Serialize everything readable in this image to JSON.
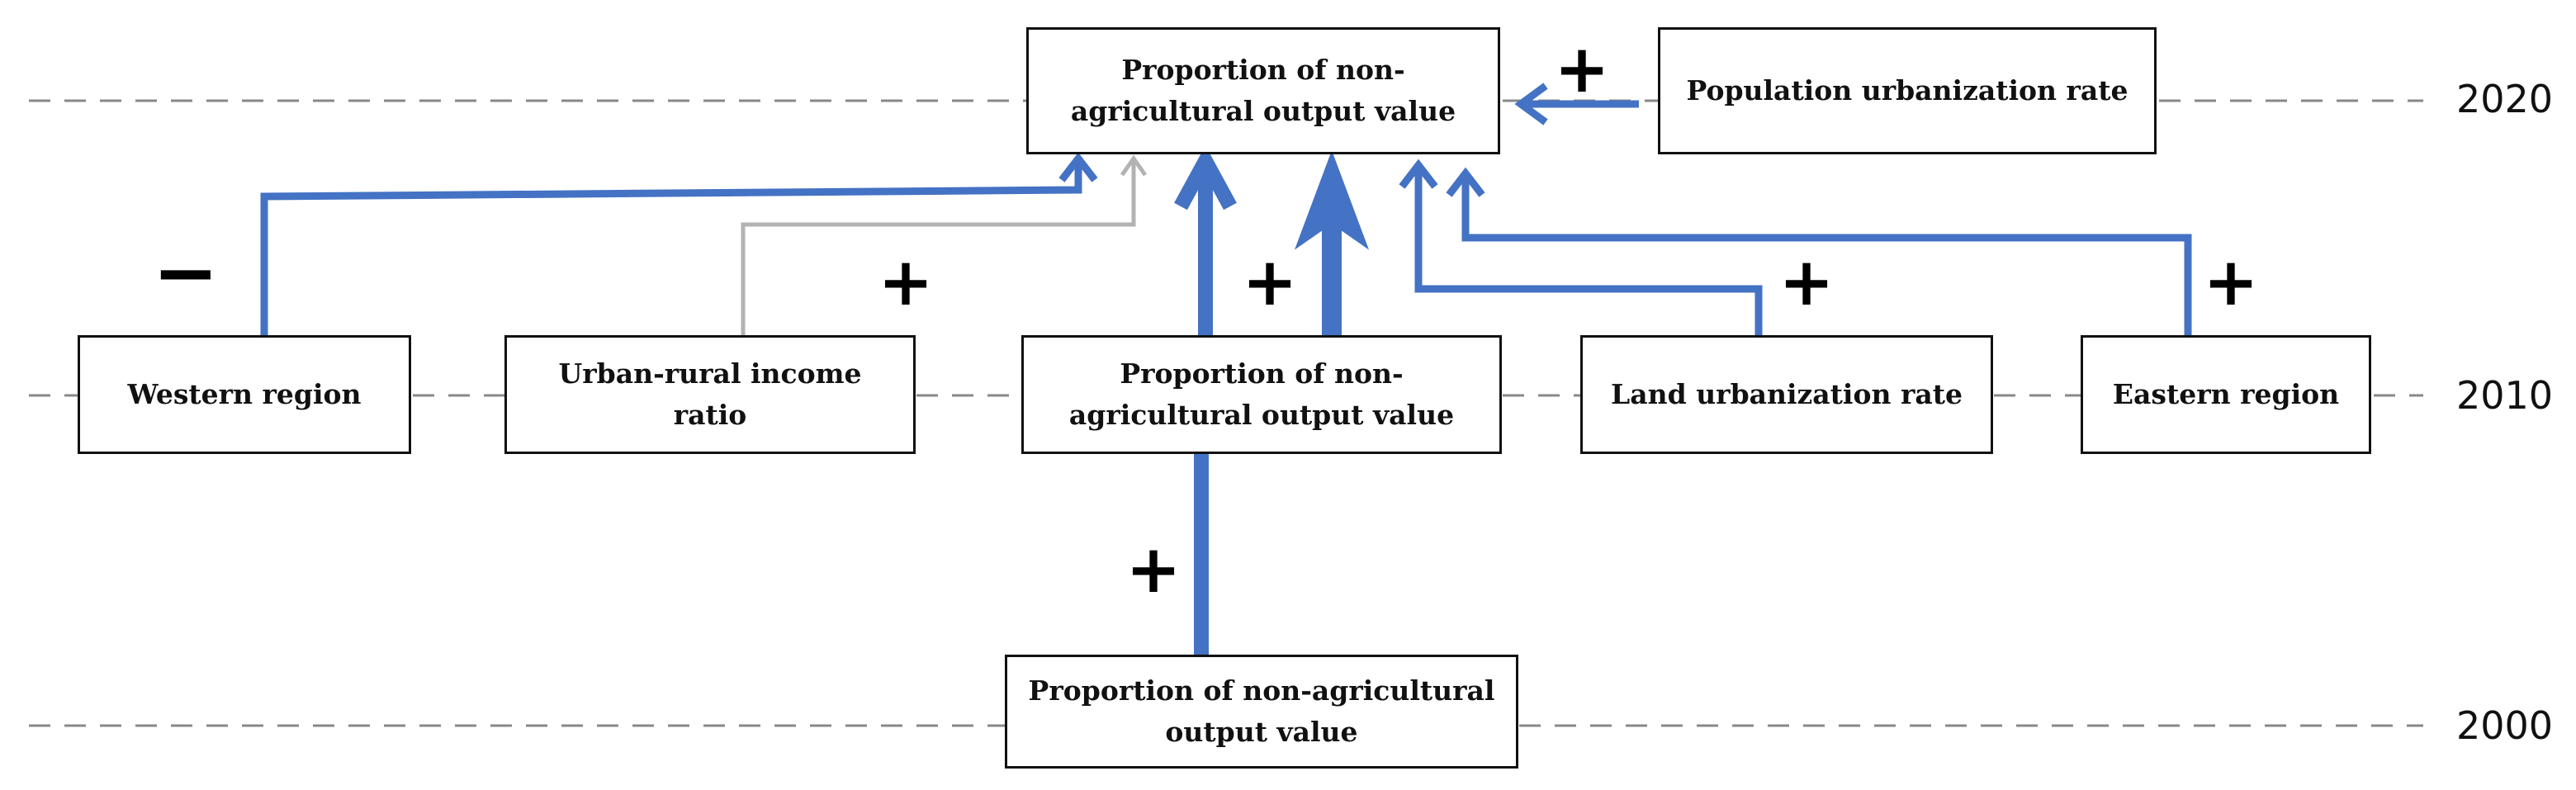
{
  "years": {
    "y2020": "2020",
    "y2010": "2010",
    "y2000": "2000"
  },
  "nodes": {
    "outcome_2020": "Proportion of non-agricultural output value",
    "population_urbanization_rate": "Population urbanization rate",
    "western_region": "Western region",
    "urban_rural_income_ratio": "Urban-rural income ratio",
    "proportion_2010": "Proportion of non-agricultural output value",
    "land_urbanization_rate": "Land urbanization rate",
    "eastern_region": "Eastern region",
    "proportion_2000": "Proportion of non-agricultural output value"
  },
  "signs": {
    "population_urbanization_rate": "+",
    "western_region": "−",
    "urban_rural_income_ratio": "+",
    "proportion_2010": "+",
    "land_urbanization_rate": "+",
    "eastern_region": "+",
    "proportion_2000": "+"
  },
  "colors": {
    "strong_link": "#4472c4",
    "weak_link": "#b3b3b3",
    "guide_line": "#888888"
  }
}
